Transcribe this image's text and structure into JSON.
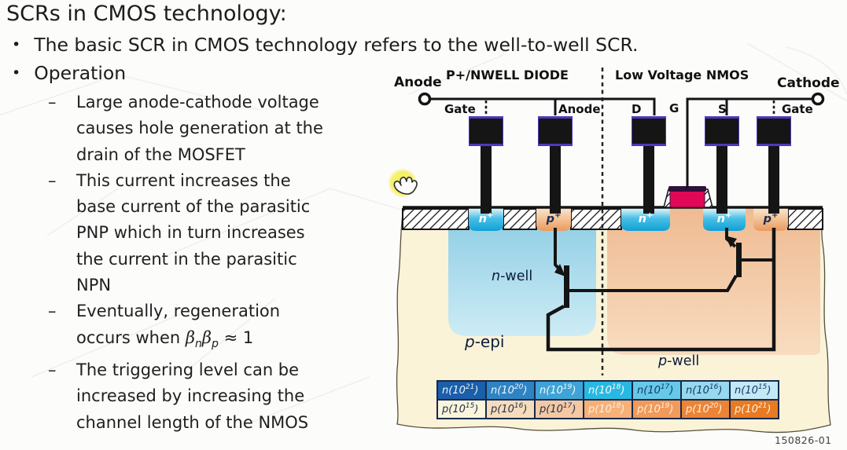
{
  "slide": {
    "title": "SCRs in CMOS technology:",
    "bullet_glyph": "•",
    "dash_glyph": "–",
    "bullet1": "The basic SCR in CMOS technology refers to the well-to-well SCR.",
    "bullet2": "Operation",
    "sub_bullets": [
      {
        "lines": [
          "Large anode-cathode voltage",
          "causes hole generation at the",
          "drain of the MOSFET"
        ]
      },
      {
        "lines": [
          "This current increases the",
          "base current of the parasitic",
          "PNP which in turn increases",
          "the current in the parasitic",
          "NPN"
        ]
      },
      {
        "lines": [
          "Eventually, regeneration"
        ]
      },
      {
        "lines": [
          "The triggering level can be",
          "increased by increasing the",
          "channel length of the NMOS"
        ]
      }
    ],
    "formula": {
      "pre": "occurs when ",
      "beta": "β",
      "sub_n": "n",
      "sub_p": "p",
      "post": " ≈ 1"
    }
  },
  "diagram": {
    "section_left": "P+/NWELL DIODE",
    "section_right": "Low Voltage NMOS",
    "terminal_left": "Anode",
    "terminal_right": "Cathode",
    "contacts": {
      "gate_left": "Gate",
      "anode": "Anode",
      "drain": "D",
      "gate_nmos": "G",
      "source": "S",
      "gate_right": "Gate"
    },
    "regions": {
      "nwell_it": "n",
      "nwell_rest": "-well",
      "pepi_it": "p",
      "pepi_rest": "-epi",
      "pwell_it": "p",
      "pwell_rest": "-well"
    },
    "diff": {
      "n": "n",
      "p": "p",
      "plus": "+"
    },
    "figure_id": "150826-01",
    "colors": {
      "n_well": "#a8dbee",
      "p_well": "#f3c9a2",
      "p_epi": "#faf3d8",
      "gate_red": "#e10857",
      "contact_indigo": "#4a3abc",
      "n_plus": "#2ab4e0",
      "p_plus": "#f0a264",
      "hand_yellow": "#f6ef6e"
    },
    "legend": {
      "open": " (10",
      "close": ")",
      "n_row": [
        {
          "d": "n",
          "e": "21",
          "style": "background:#1b5ea9;color:#eaf5fc"
        },
        {
          "d": "n",
          "e": "20",
          "style": "background:#2e83c3;color:#eef7fc"
        },
        {
          "d": "n",
          "e": "19",
          "style": "background:#3fa3d6;color:#f2fafd"
        },
        {
          "d": "n",
          "e": "18",
          "style": "background:#28b9e2;color:#f4fbfe"
        },
        {
          "d": "n",
          "e": "17",
          "style": "background:#66c9e8;color:#123a66"
        },
        {
          "d": "n",
          "e": "16",
          "style": "background:#97d8ef;color:#123a66"
        },
        {
          "d": "n",
          "e": "15",
          "style": "background:#c3e8f6;color:#123a66"
        }
      ],
      "p_row": [
        {
          "d": "p",
          "e": "15",
          "style": "background:#faf4da;color:#233052"
        },
        {
          "d": "p",
          "e": "16",
          "style": "background:#f6dcba;color:#233052"
        },
        {
          "d": "p",
          "e": "17",
          "style": "background:#f3c8a2;color:#233052"
        },
        {
          "d": "p",
          "e": "18",
          "style": "background:#f6b078;color:#fdf2e2"
        },
        {
          "d": "p",
          "e": "19",
          "style": "background:#f19a5a;color:#fdf2e2"
        },
        {
          "d": "p",
          "e": "20",
          "style": "background:#ec8436;color:#fdf2e2"
        },
        {
          "d": "p",
          "e": "21",
          "style": "background:#e87a22;color:#fdf2e2"
        }
      ]
    }
  }
}
